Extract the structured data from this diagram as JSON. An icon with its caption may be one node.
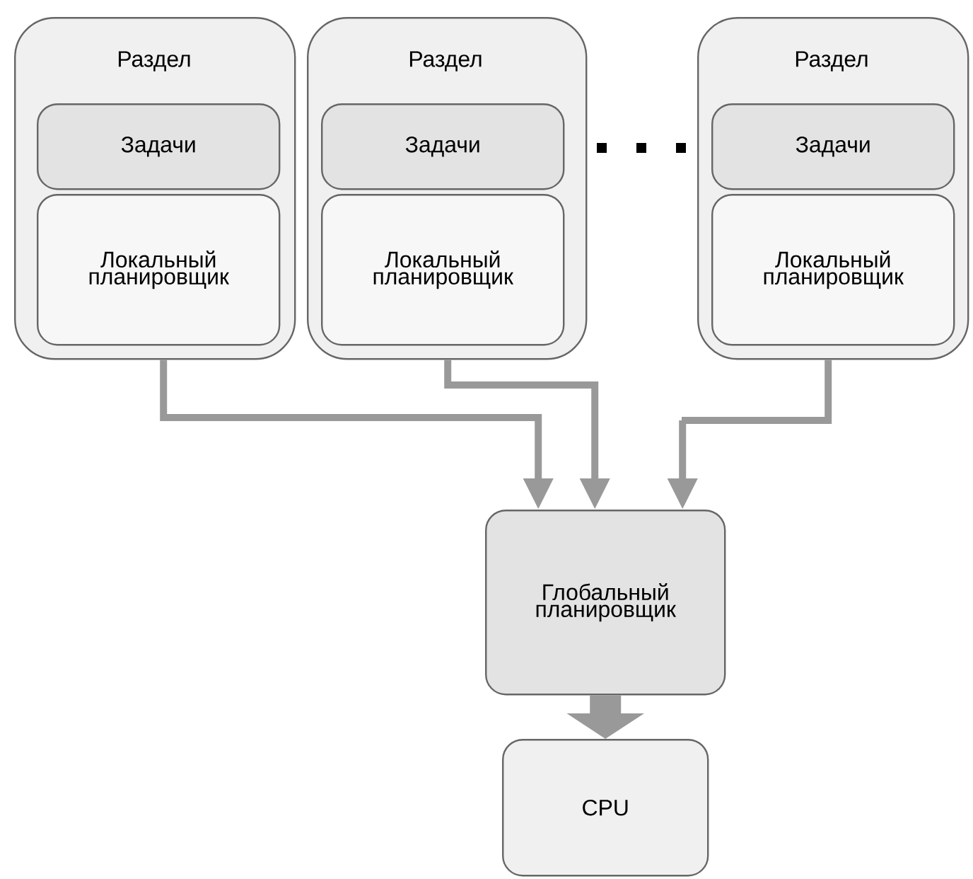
{
  "diagram": {
    "nodes": [
      {
        "text": [
          "Раздел"
        ]
      },
      {
        "text": [
          "Задачи"
        ],
        "in": 0
      },
      {
        "text": [
          "Локальный планировщик"
        ],
        "in": 0
      },
      {
        "text": [
          "Раздел"
        ]
      },
      {
        "text": [
          "Задачи"
        ],
        "in": 3
      },
      {
        "text": [
          "Локальный планировщик"
        ],
        "in": 3
      },
      {
        "text": [
          "Раздел"
        ]
      },
      {
        "text": [
          "Задачи"
        ],
        "in": 6
      },
      {
        "text": [
          "Локальный планировщик"
        ],
        "in": 6
      },
      {
        "text": [
          "Глобальный планировщик"
        ]
      },
      {
        "text": [
          "CPU"
        ]
      }
    ],
    "edges": [
      {
        "from": 0,
        "to": 9,
        "arrow": "to"
      },
      {
        "from": 3,
        "to": 9,
        "arrow": "to"
      },
      {
        "from": 6,
        "to": 9,
        "arrow": "to"
      },
      {
        "from": 9,
        "to": 10,
        "arrow": "to",
        "style": "thick"
      }
    ]
  }
}
